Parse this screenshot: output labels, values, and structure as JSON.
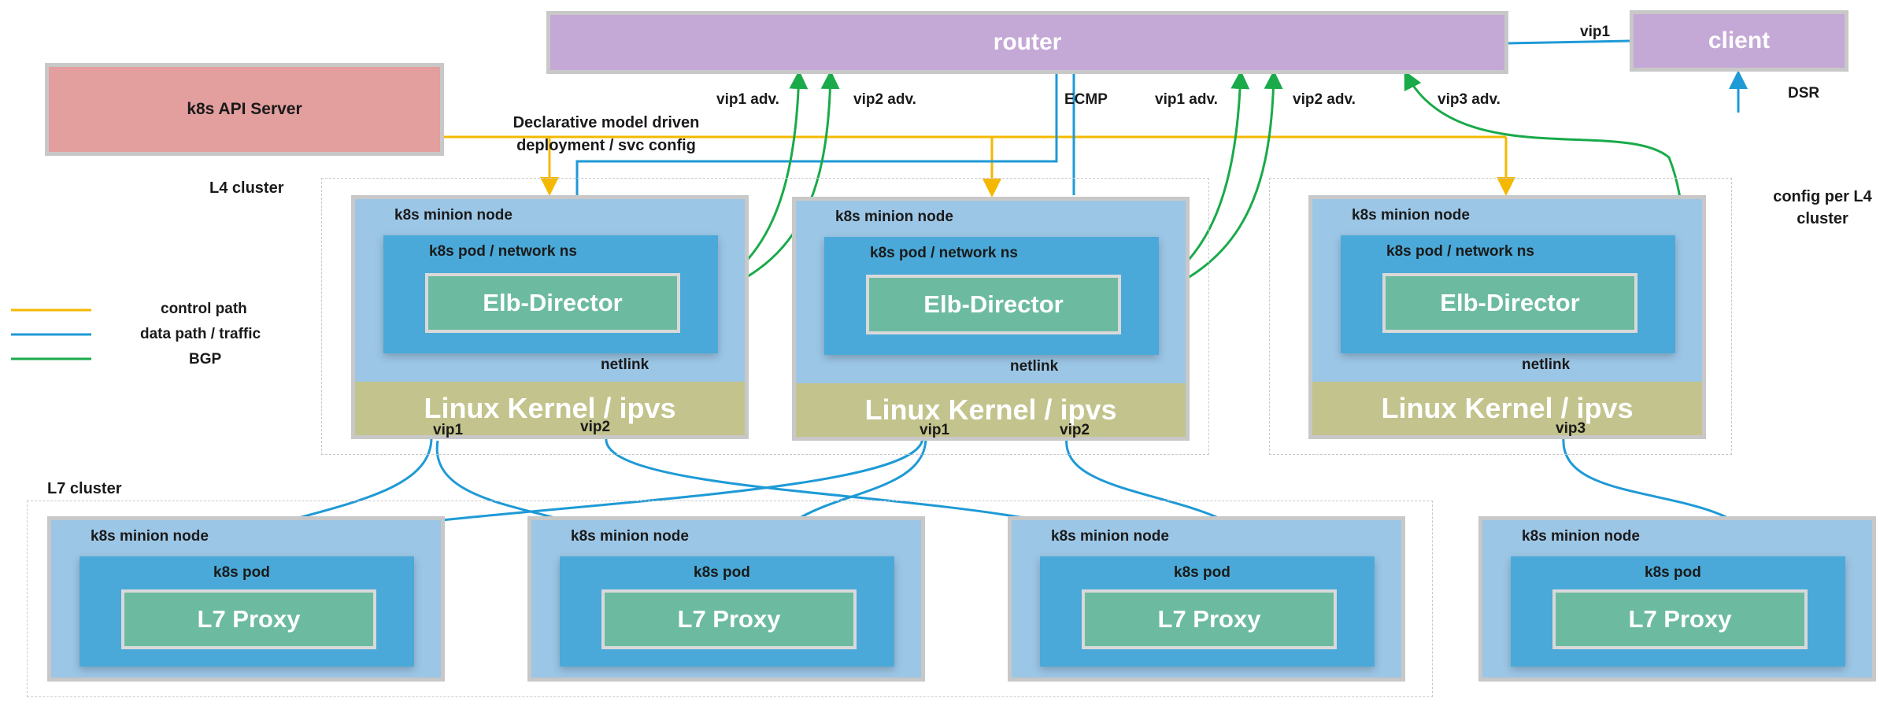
{
  "router": {
    "label": "router"
  },
  "client": {
    "label": "client"
  },
  "api_server": {
    "label": "k8s API Server"
  },
  "config_text": {
    "line1": "Declarative model driven",
    "line2": "deployment / svc config"
  },
  "ecmp_label": "ECMP",
  "dsr_label": "DSR",
  "vip1_client_label": "vip1",
  "config_per_cluster": {
    "line1": "config per  L4",
    "line2": "cluster"
  },
  "legend": [
    {
      "label": "control path",
      "color": "#f5b800"
    },
    {
      "label": "data path / traffic",
      "color": "#1e9ad6"
    },
    {
      "label": "BGP",
      "color": "#1aaa4a"
    }
  ],
  "l4_cluster_label": "L4 cluster",
  "l7_cluster_label": "L7 cluster",
  "l4_nodes": [
    {
      "node_label": "k8s minion node",
      "pod_label": "k8s pod / network ns",
      "app_label": "Elb-Director",
      "netlink_label": "netlink",
      "kernel_label": "Linux Kernel / ipvs",
      "vips": [
        "vip1",
        "vip2"
      ],
      "adv": [
        "vip1 adv.",
        "vip2 adv."
      ]
    },
    {
      "node_label": "k8s minion node",
      "pod_label": "k8s pod / network ns",
      "app_label": "Elb-Director",
      "netlink_label": "netlink",
      "kernel_label": "Linux Kernel / ipvs",
      "vips": [
        "vip1",
        "vip2"
      ],
      "adv": [
        "vip1 adv.",
        "vip2 adv."
      ]
    },
    {
      "node_label": "k8s minion node",
      "pod_label": "k8s pod / network ns",
      "app_label": "Elb-Director",
      "netlink_label": "netlink",
      "kernel_label": "Linux Kernel / ipvs",
      "vips": [
        "vip3"
      ],
      "adv": [
        "vip3 adv."
      ]
    }
  ],
  "l7_nodes": [
    {
      "node_label": "k8s minion node",
      "pod_label": "k8s pod",
      "app_label": "L7 Proxy"
    },
    {
      "node_label": "k8s minion node",
      "pod_label": "k8s pod",
      "app_label": "L7 Proxy"
    },
    {
      "node_label": "k8s minion node",
      "pod_label": "k8s pod",
      "app_label": "L7 Proxy"
    },
    {
      "node_label": "k8s minion node",
      "pod_label": "k8s pod",
      "app_label": "L7 Proxy"
    }
  ],
  "colors": {
    "control": "#f5b800",
    "data": "#1e9ad6",
    "bgp": "#1aaa4a"
  }
}
